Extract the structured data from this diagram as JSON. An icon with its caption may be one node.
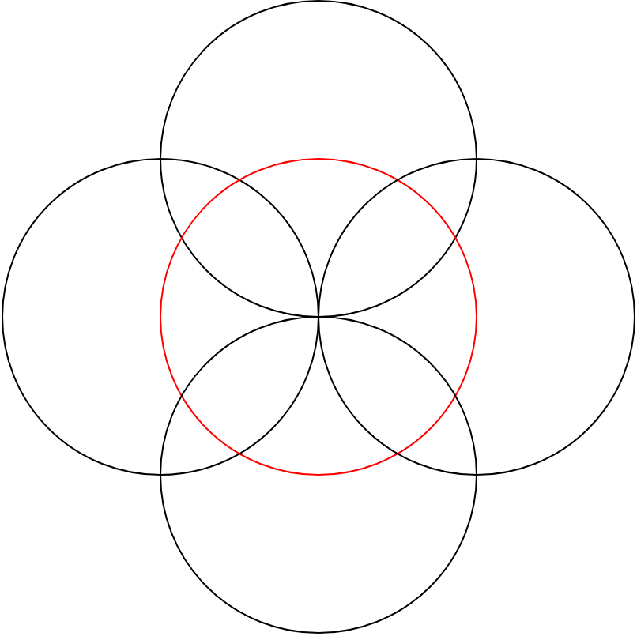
{
  "diagram": {
    "nodes": [
      {
        "text": [],
        "shape": "circle"
      },
      {
        "text": [],
        "shape": "circle"
      },
      {
        "text": [],
        "shape": "circle"
      },
      {
        "text": [],
        "shape": "circle"
      },
      {
        "text": [],
        "shape": "circle"
      }
    ]
  }
}
